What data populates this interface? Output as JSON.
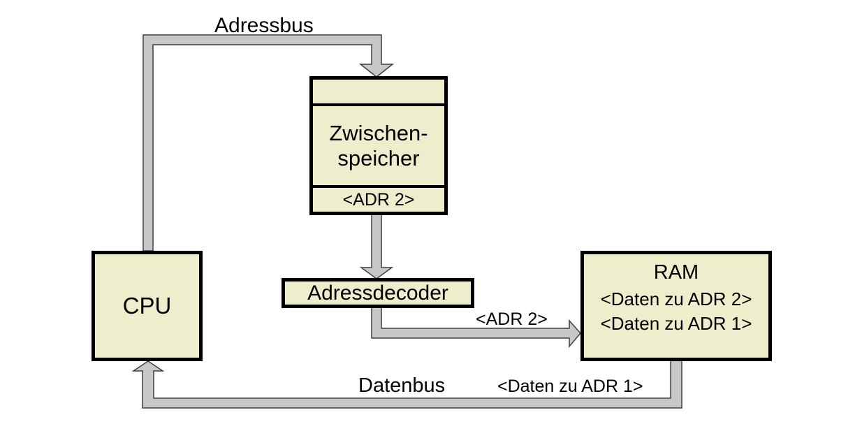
{
  "colors": {
    "background": "#ffffff",
    "node_fill": "#eeeecc",
    "node_border": "#000000",
    "bus_fill": "#c8c8c8",
    "bus_outline": "#3f3f3f",
    "text": "#000000"
  },
  "nodes": {
    "cpu": {
      "label": "CPU"
    },
    "zwischenspeicher": {
      "line1": "Zwischen-",
      "line2": "speicher",
      "slot": "<ADR 2>"
    },
    "adressdecoder": {
      "label": "Adressdecoder"
    },
    "ram": {
      "label": "RAM",
      "entries": [
        "<Daten zu ADR 2>",
        "<Daten zu ADR 1>"
      ]
    }
  },
  "bus_labels": {
    "adressbus": "Adressbus",
    "datenbus": "Datenbus",
    "adr2_on_bus": "<ADR 2>",
    "daten_zu_adr1_on_bus": "<Daten zu ADR 1>"
  }
}
